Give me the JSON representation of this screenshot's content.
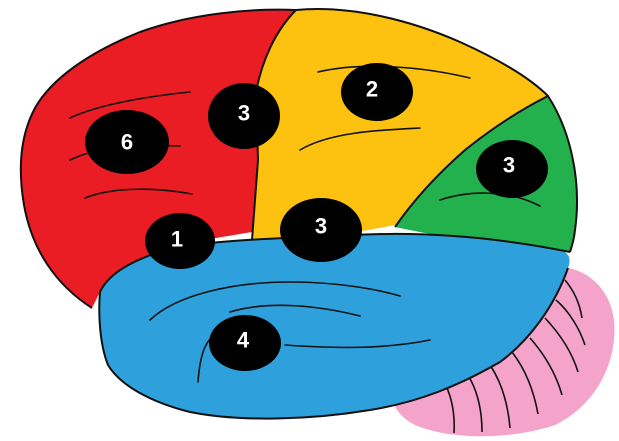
{
  "colors": {
    "frontal": "#ea1c24",
    "parietal": "#fdc20f",
    "occipital": "#22b14c",
    "temporal": "#2ea1dd",
    "cerebellum": "#f4a3cb",
    "outline": "#111111",
    "label_fill": "#000000",
    "label_text": "#ffffff"
  },
  "labels": {
    "frontal_region": "6",
    "frontal_upper": "3",
    "frontal_lower": "1",
    "parietal_region": "2",
    "parietal_lower": "3",
    "occipital_region": "3",
    "temporal_region": "4"
  }
}
